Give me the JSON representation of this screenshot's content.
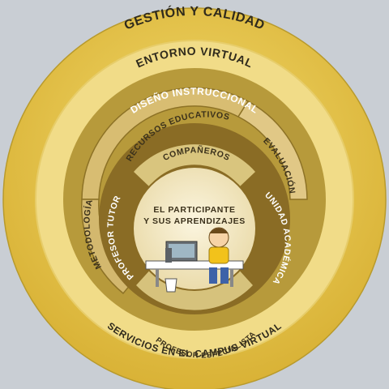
{
  "rings": {
    "outer": "GESTIÓN Y CALIDAD",
    "virtual": "ENTORNO VIRTUAL",
    "services": "SERVICIOS EN EL CAMPUS VIRTUAL",
    "design": "DISEÑO INSTRUCCIONAL"
  },
  "middle_segments": {
    "resources": "RECURSOS EDUCATIVOS",
    "evaluation": "EVALUACIÓN",
    "methodology": "METODOLOGÍA"
  },
  "inner_segments": {
    "peers": "COMPAÑEROS",
    "tutor": "PROFESOR TUTOR",
    "academic_unit": "UNIDAD ACADÉMICA",
    "specialist": "PROFESOR ESPECIALISTA"
  },
  "center": {
    "line1": "EL PARTICIPANTE",
    "line2": "Y SUS APRENDIZAJES"
  },
  "colors": {
    "background": "#c9ced4",
    "outer_ring": "#e6c54c",
    "virtual_ring": "#f1dc88",
    "design_ring": "#b79a3b",
    "middle_segments": "#ddc37a",
    "inner_segments": "#8a6c25",
    "peers_segment": "#d9c57e",
    "specialist_segment": "#d6c27c",
    "center": "#f2e7c4"
  },
  "icons": [
    "computer-monitor-icon",
    "student-at-desk-icon",
    "waste-bin-icon"
  ]
}
